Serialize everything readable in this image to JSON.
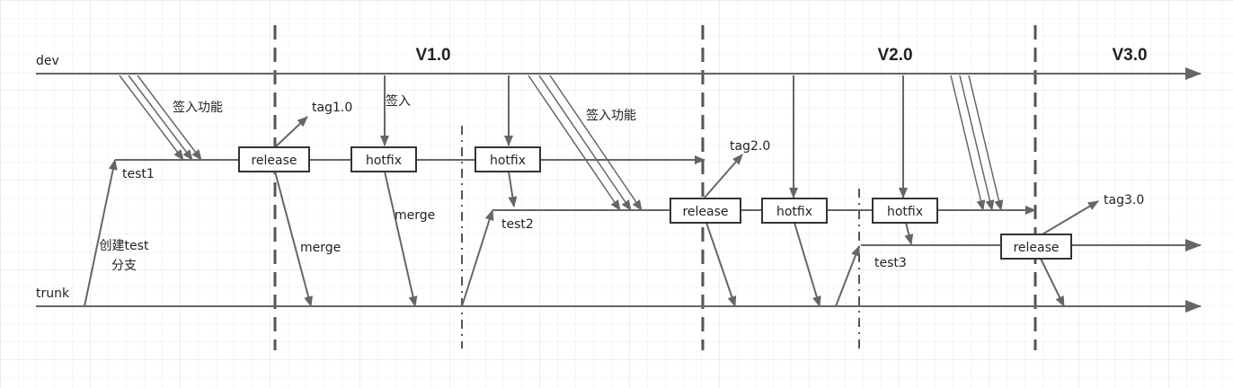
{
  "branches": {
    "dev": "dev",
    "trunk": "trunk",
    "test1": "test1",
    "test2": "test2",
    "test3": "test3"
  },
  "versions": {
    "v1": "V1.0",
    "v2": "V2.0",
    "v3": "V3.0"
  },
  "boxes": {
    "release1": "release",
    "hotfix1": "hotfix",
    "hotfix2": "hotfix",
    "release2": "release",
    "hotfix3": "hotfix",
    "hotfix4": "hotfix",
    "release3": "release"
  },
  "tags": {
    "tag1": "tag1.0",
    "tag2": "tag2.0",
    "tag3": "tag3.0"
  },
  "annotations": {
    "checkin_feature_1": "签入功能",
    "checkin": "签入",
    "checkin_feature_2": "签入功能",
    "merge1": "merge",
    "merge2": "merge",
    "create_branch_line1": "创建test",
    "create_branch_line2": "分支"
  },
  "colors": {
    "line": "#666666",
    "box_border": "#333333",
    "grid": "#e6e6e6",
    "background": "#ffffff"
  }
}
